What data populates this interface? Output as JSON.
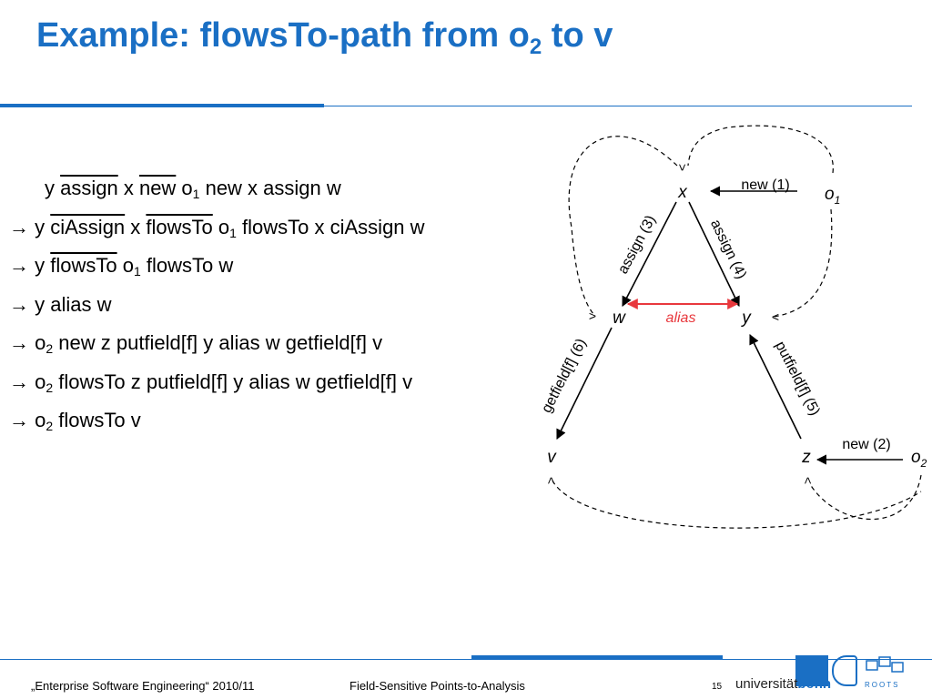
{
  "slide": {
    "title_pre": "Example: flowsTo-path from o",
    "title_sub": "2",
    "title_post": " to v"
  },
  "derivation": {
    "line1": {
      "y": "y ",
      "assign": "assign",
      "x": " x ",
      "new": "new",
      "o": " o",
      "sub": "1",
      "rest": " new x assign w"
    },
    "line2": {
      "arrow": "→ ",
      "y": "y ",
      "ciassign": "ciAssign",
      "x": " x ",
      "flowsto": "flowsTo",
      "o": " o",
      "sub": "1",
      "rest": " flowsTo x ciAssign w"
    },
    "line3": {
      "arrow": "→ ",
      "y": "y ",
      "flowsto": "flowsTo",
      "o": " o",
      "sub": "1",
      "rest": " flowsTo w"
    },
    "line4": {
      "text": "→ y alias w"
    },
    "line5": {
      "pre": "→ o",
      "sub": "2",
      "rest": " new z putfield[f] y alias w getfield[f] v"
    },
    "line6": {
      "pre": "→ o",
      "sub": "2",
      "rest": " flowsTo z putfield[f] y alias w getfield[f] v"
    },
    "line7": {
      "pre": "→ o",
      "sub": "2",
      "rest": " flowsTo v"
    }
  },
  "diagram": {
    "nodes": {
      "x": "x",
      "w": "w",
      "y": "y",
      "v": "v",
      "z": "z",
      "o1": "o",
      "o1_sub": "1",
      "o2": "o",
      "o2_sub": "2"
    },
    "edges": {
      "new1": "new (1)",
      "new2": "new (2)",
      "assign3": "assign (3)",
      "assign4": "assign (4)",
      "alias": "alias",
      "getfield6": "getfield[f] (6)",
      "putfield5": "putfield[f] (5)"
    },
    "colors": {
      "alias": "#e8383d",
      "edge": "#000000"
    }
  },
  "footer": {
    "course": "„Enterprise Software Engineering“ 2010/11",
    "topic": "Field-Sensitive Points-to-Analysis",
    "page": "15",
    "university_a": "universität",
    "university_b": "bonn",
    "roots": "ROOTS"
  },
  "colors": {
    "accent": "#1a6fc4"
  }
}
